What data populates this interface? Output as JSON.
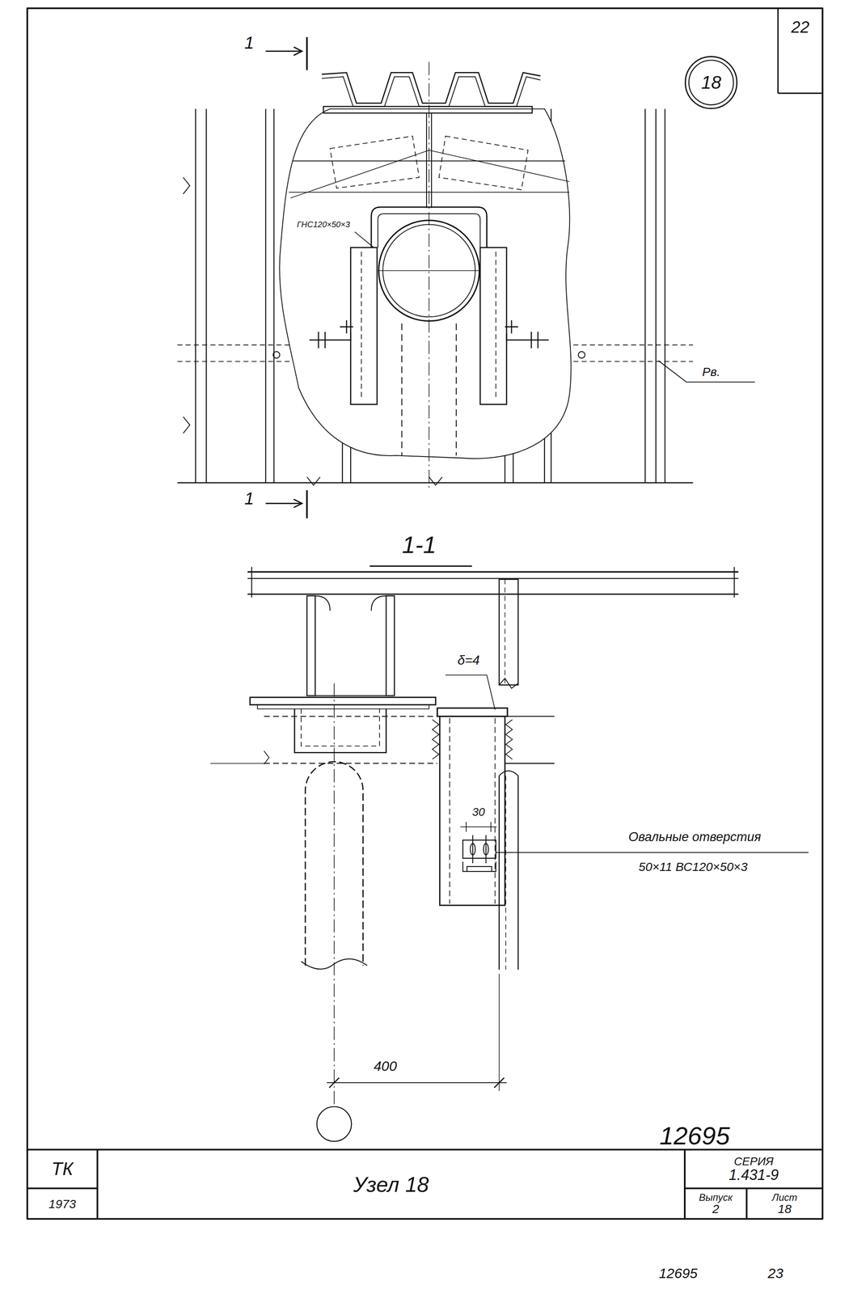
{
  "diagram": {
    "nodes": [
      {
        "text": [
          "18"
        ]
      },
      {
        "text": [
          "22"
        ]
      },
      {
        "text": [
          "ТК"
        ]
      },
      {
        "text": [
          "1973"
        ]
      },
      {
        "text": [
          "Узел 18"
        ]
      },
      {
        "text": [
          "СЕРИЯ",
          "1.431-9"
        ]
      },
      {
        "text": [
          "Выпуск",
          "2"
        ]
      },
      {
        "text": [
          "Лист",
          "18"
        ]
      }
    ],
    "labels": [
      "1",
      "ГНС120×50×3",
      "Рв.",
      "1",
      "1-1",
      "δ=4",
      "30",
      "Овальные отверстия",
      "50×11 ВС120×50×3",
      "400",
      "12695",
      "12695",
      "23"
    ]
  }
}
